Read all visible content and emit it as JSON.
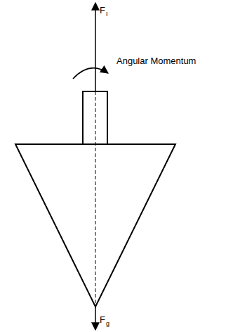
{
  "diagram": {
    "labels": [
      "F",
      "I",
      "Angular Momentum",
      "F",
      "g"
    ]
  }
}
